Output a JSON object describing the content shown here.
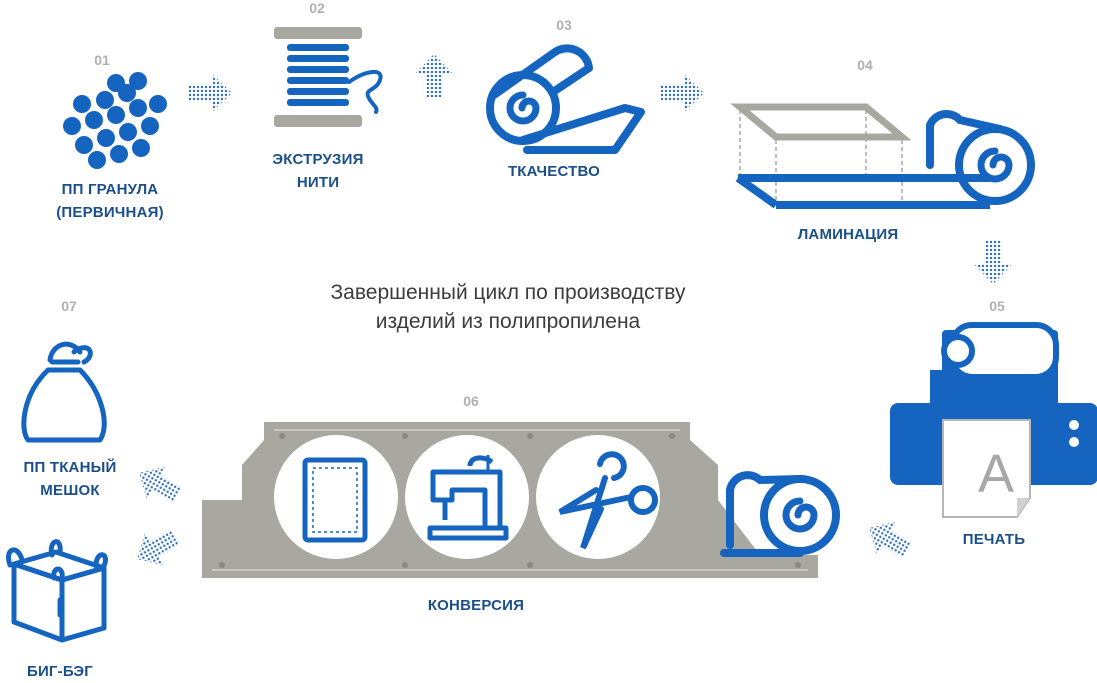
{
  "title": {
    "line1": "Завершенный цикл по производству",
    "line2": "изделий из полипропилена"
  },
  "steps": [
    {
      "number": "01",
      "label_line1": "ПП ГРАНУЛА",
      "label_line2": "(ПЕРВИЧНАЯ)"
    },
    {
      "number": "02",
      "label_line1": "ЭКСТРУЗИЯ",
      "label_line2": "НИТИ"
    },
    {
      "number": "03",
      "label_line1": "ТКАЧЕСТВО"
    },
    {
      "number": "04",
      "label_line1": "ЛАМИНАЦИЯ"
    },
    {
      "number": "05",
      "label_line1": "ПЕЧАТЬ",
      "printed_letter": "A"
    },
    {
      "number": "06",
      "label_line1": "КОНВЕРСИЯ"
    },
    {
      "number": "07",
      "label_line1": "ПП ТКАНЫЙ",
      "label_line2": "МЕШОК"
    },
    {
      "label_line1": "БИГ-БЭГ"
    }
  ],
  "colors": {
    "blue": "#1565c0",
    "label_blue": "#1a4f8a",
    "gray": "#a8a8a0",
    "number_gray": "#b0b0b0"
  }
}
